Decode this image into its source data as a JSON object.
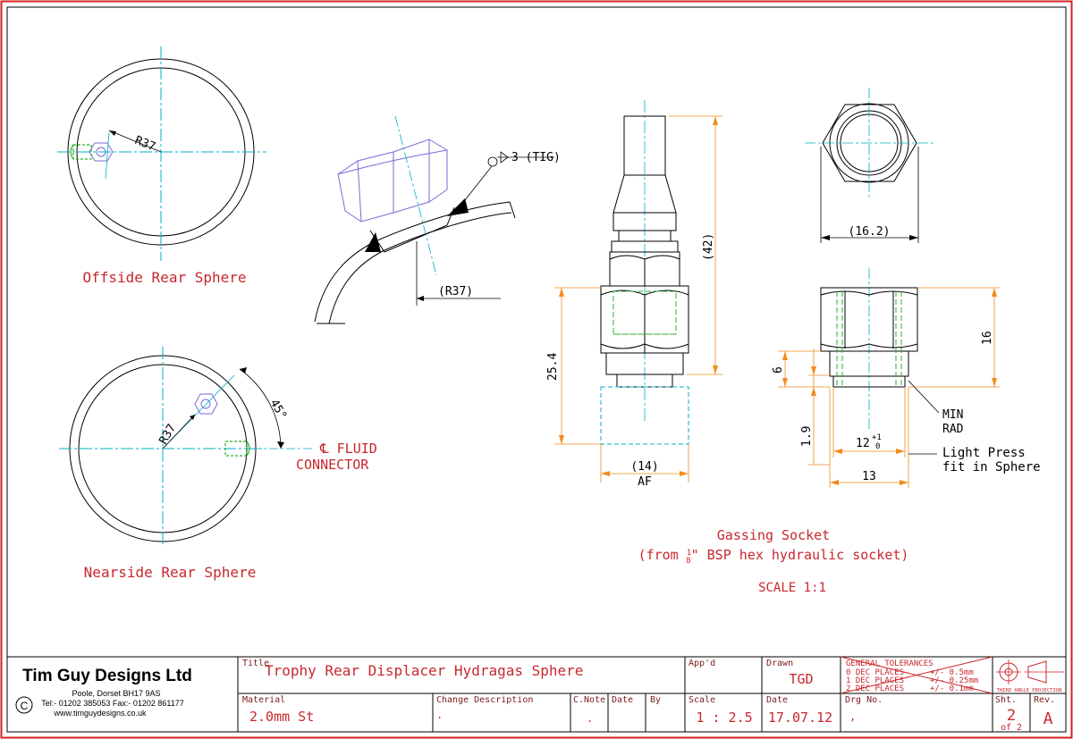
{
  "views": {
    "offside_label": "Offside Rear Sphere",
    "nearside_label": "Nearside Rear Sphere",
    "offside_radius": "R37",
    "nearside_radius": "R37",
    "nearside_angle": "45°",
    "fluid_connector_line1": "℄ FLUID",
    "fluid_connector_line2": "CONNECTOR",
    "weld_note": "3 (TIG)",
    "section_radius": "(R37)"
  },
  "socket": {
    "overall_length": "(42)",
    "body_length": "25.4",
    "hex_af": "(14)",
    "af_label": "AF",
    "top_width": "(16.2)",
    "height": "16",
    "step": "6",
    "spigot": "1.9",
    "inner_dia": "12",
    "inner_tol_upper": "+1",
    "inner_tol_lower": "0",
    "outer_dia": "13",
    "min_rad_1": "MIN",
    "min_rad_2": "RAD",
    "press_fit_1": "Light Press",
    "press_fit_2": "fit in Sphere",
    "caption_line1": "Gassing Socket",
    "caption_line2_a": "(from ",
    "caption_frac_num": "1",
    "caption_frac_den": "8",
    "caption_line2_b": "\" BSP hex hydraulic socket)",
    "scale_note": "SCALE 1:1"
  },
  "title_block": {
    "company": "Tim Guy Designs Ltd",
    "address": "Poole, Dorset BH17 9AS",
    "phone": "Tel:- 01202 385053 Fax:- 01202 861177",
    "web": "www.timguydesigns.co.uk",
    "copyright": "C",
    "title_label": "Title",
    "title": "Trophy Rear Displacer Hydragas Sphere",
    "appd_label": "App'd",
    "drawn_label": "Drawn",
    "drawn": "TGD",
    "tol_title": "GENERAL TOLERANCES",
    "tol_0_dp": "0 DEC PLACES",
    "tol_0_val": "+/- 0.5mm",
    "tol_1_dp": "1 DEC PLACES",
    "tol_1_val": "+/- 0.25mm",
    "tol_2_dp": "2 DEC PLACES",
    "tol_2_val": "+/- 0.1mm",
    "projection": "THIRD ANGLE PROJECTION",
    "material_label": "Material",
    "material": "2.0mm St",
    "change_label": "Change Description",
    "change": ".",
    "cnote_label": "C.Note",
    "cnote": ".",
    "date_col_label": "Date",
    "by_label": "By",
    "scale_label": "Scale",
    "scale": "1 : 2.5",
    "date_label": "Date",
    "date": "17.07.12",
    "drg_label": "Drg No.",
    "drg": ",",
    "sht_label": "Sht.",
    "sht": "2",
    "of": "of 2",
    "rev_label": "Rev.",
    "rev": "A"
  }
}
